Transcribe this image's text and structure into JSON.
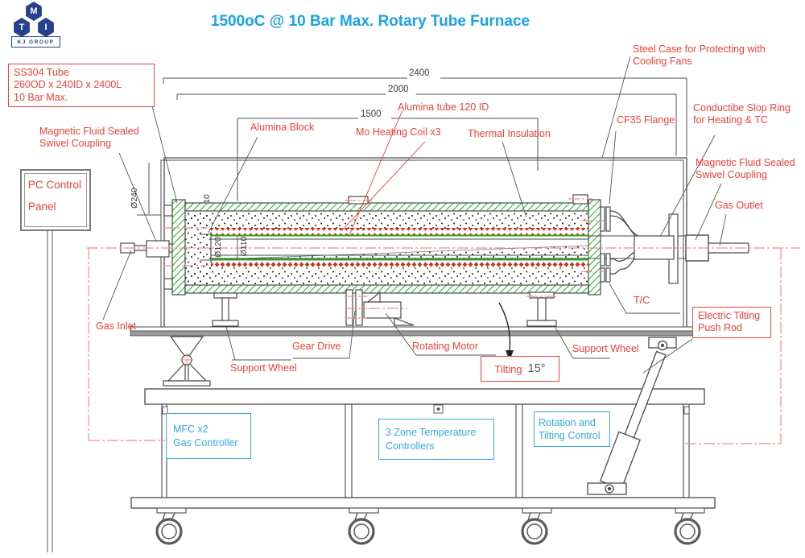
{
  "header": {
    "title": "1500oC @ 10 Bar Max. Rotary Tube Furnace"
  },
  "logo": {
    "letters": [
      "M",
      "T",
      "I"
    ],
    "banner": "KJ GROUP"
  },
  "colors": {
    "title_blue": "#18a3e6",
    "label_red": "#f04238",
    "control_cyan": "#38a8e0",
    "logo_navy": "#27418f",
    "hatch_green": "#16b516",
    "centerline_pink": "#ef8e8e",
    "coil_red": "#d92b20",
    "line_gray": "#4a4a4a"
  },
  "annotations": {
    "ss304": "SS304 Tube\n260OD x 240ID x 2400L\n10 Bar Max.",
    "swivel_left": "Magnetic Fluid Sealed\nSwivel Coupling",
    "pc_panel": "PC Control\nPanel",
    "steel_case": "Steel Case for Protecting with\nCooling Fans",
    "alumina_tube": "Alumina tube 120 ID",
    "alumina_block": "Alumina Block",
    "mo_coil": "Mo Heating Coil x3",
    "thermal_insulation": "Thermal Insulation",
    "cf35_flange": "CF35 Flange",
    "slip_ring": "Conductibe Slop Ring\nfor Heating & TC",
    "swivel_right": "Magnetic Fluid Sealed\nSwivel Coupling",
    "gas_outlet": "Gas Outlet",
    "tc": "T/C",
    "push_rod": "Electric Tilting\nPush Rod",
    "gas_inlet": "Gas Inlet",
    "support_wheel_left": "Support Wheel",
    "gear_drive": "Gear Drive",
    "rotating_motor": "Rotating Motor",
    "support_wheel_right": "Support Wheel",
    "tilting": "Tilting",
    "tilting_angle": "15°"
  },
  "dimensions": {
    "length_outer": "2400",
    "length_mid": "2000",
    "length_heated": "1500",
    "dia_outer": "Ø240",
    "dia_tube": "Ø120",
    "dia_inner": "Ø110",
    "wall": "10"
  },
  "controls": {
    "mfc": "MFC x2\nGas Controller",
    "zones": "3 Zone Temperature\nControllers",
    "rotation": "Rotation and\nTilting Control"
  }
}
